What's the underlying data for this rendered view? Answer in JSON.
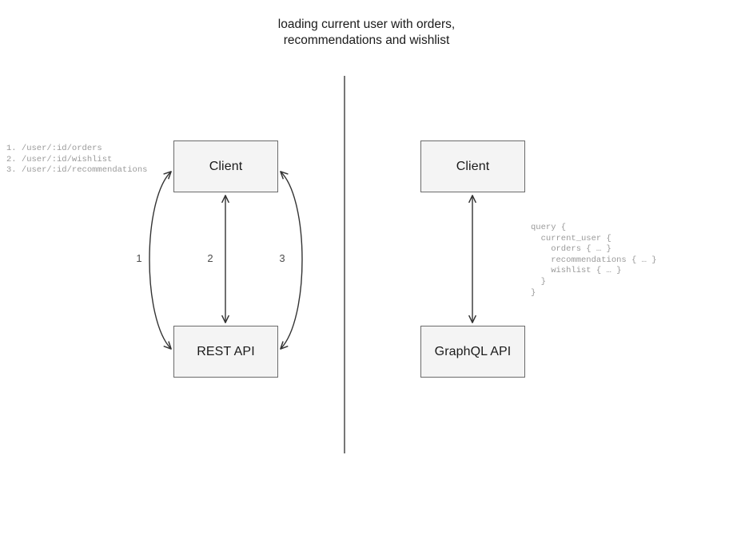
{
  "title": "loading current user with orders,\nrecommendations and wishlist",
  "colors": {
    "node_fill": "#f4f4f4",
    "node_stroke": "#6b6b6b",
    "edge_stroke": "#333333",
    "code_text": "#9a9a9a",
    "label_text": "#1a1a1a",
    "divider": "#555555"
  },
  "left_panel": {
    "nodes": [
      {
        "id": "client-rest",
        "label": "Client"
      },
      {
        "id": "rest-api",
        "label": "REST API"
      }
    ],
    "edge_labels": [
      "1",
      "2",
      "3"
    ],
    "annotation": "1. /user/:id/orders\n2. /user/:id/wishlist\n3. /user/:id/recommendations"
  },
  "right_panel": {
    "nodes": [
      {
        "id": "client-gql",
        "label": "Client"
      },
      {
        "id": "graphql-api",
        "label": "GraphQL API"
      }
    ],
    "annotation": "query {\n  current_user {\n    orders { … }\n    recommendations { … }\n    wishlist { … }\n  }\n}"
  }
}
